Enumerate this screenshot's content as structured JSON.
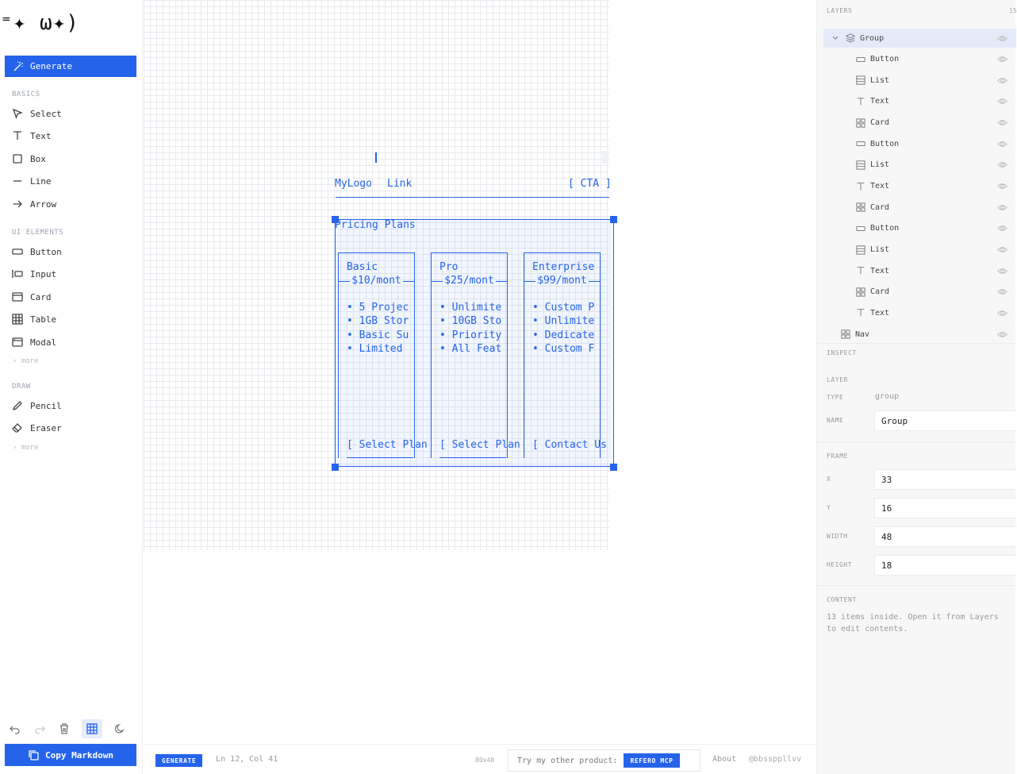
{
  "app": {
    "logo_text": "⁼✦ ω✦)",
    "generate_label": "Generate",
    "copy_markdown_label": "Copy Markdown"
  },
  "toolbar": {
    "basics_label": "BASICS",
    "basics": [
      {
        "label": "Select",
        "icon": "cursor-icon"
      },
      {
        "label": "Text",
        "icon": "text-icon"
      },
      {
        "label": "Box",
        "icon": "box-icon"
      },
      {
        "label": "Line",
        "icon": "line-icon"
      },
      {
        "label": "Arrow",
        "icon": "arrow-icon"
      }
    ],
    "ui_elements_label": "UI ELEMENTS",
    "ui_elements": [
      {
        "label": "Button",
        "icon": "button-icon"
      },
      {
        "label": "Input",
        "icon": "input-icon"
      },
      {
        "label": "Card",
        "icon": "card-icon"
      },
      {
        "label": "Table",
        "icon": "table-icon"
      },
      {
        "label": "Modal",
        "icon": "modal-icon"
      }
    ],
    "more_label": "› more",
    "draw_label": "DRAW",
    "draw": [
      {
        "label": "Pencil",
        "icon": "pencil-icon"
      },
      {
        "label": "Eraser",
        "icon": "eraser-icon"
      }
    ]
  },
  "canvas": {
    "nav": {
      "logo": "MyLogo",
      "link": "Link",
      "cta": "[ CTA ]"
    },
    "section_title": "Pricing Plans",
    "cards": [
      {
        "title": "Basic",
        "price": "$10/mont",
        "features": [
          "• 5 Projec",
          "• 1GB Stor",
          "• Basic Su",
          "• Limited"
        ],
        "cta": "[ Select Plan"
      },
      {
        "title": "Pro",
        "price": "$25/mont",
        "features": [
          "• Unlimite",
          "• 10GB Sto",
          "• Priority",
          "• All Feat"
        ],
        "cta": "[ Select Plan"
      },
      {
        "title": "Enterprise",
        "price": "$99/mont",
        "features": [
          "• Custom P",
          "• Unlimite",
          "• Dedicate",
          "• Custom F"
        ],
        "cta": "[ Contact Us"
      }
    ]
  },
  "statusbar": {
    "generate_badge": "GENERATE",
    "cursor_position": "Ln 12, Col 41",
    "canvas_size": "80x40",
    "promo_text": "Try my other product:",
    "promo_button": "REFERO MCP",
    "about": "About",
    "handle": "@bbssppllvv"
  },
  "layers_panel": {
    "title": "LAYERS",
    "count": "15",
    "items": [
      {
        "label": "Group",
        "icon": "layers-icon",
        "selected": true,
        "indent": 0
      },
      {
        "label": "Button",
        "icon": "button-icon",
        "indent": 1
      },
      {
        "label": "List",
        "icon": "list-icon",
        "indent": 1
      },
      {
        "label": "Text",
        "icon": "text-icon",
        "indent": 1
      },
      {
        "label": "Card",
        "icon": "card-grid-icon",
        "indent": 1
      },
      {
        "label": "Button",
        "icon": "button-icon",
        "indent": 1
      },
      {
        "label": "List",
        "icon": "list-icon",
        "indent": 1
      },
      {
        "label": "Text",
        "icon": "text-icon",
        "indent": 1
      },
      {
        "label": "Card",
        "icon": "card-grid-icon",
        "indent": 1
      },
      {
        "label": "Button",
        "icon": "button-icon",
        "indent": 1
      },
      {
        "label": "List",
        "icon": "list-icon",
        "indent": 1
      },
      {
        "label": "Text",
        "icon": "text-icon",
        "indent": 1
      },
      {
        "label": "Card",
        "icon": "card-grid-icon",
        "indent": 1
      },
      {
        "label": "Text",
        "icon": "text-icon",
        "indent": 1
      },
      {
        "label": "Nav",
        "icon": "card-grid-icon",
        "indent": 0
      }
    ]
  },
  "inspect": {
    "title": "INSPECT",
    "layer_label": "LAYER",
    "type_key": "TYPE",
    "type_value": "group",
    "name_key": "NAME",
    "name_value": "Group",
    "frame_label": "FRAME",
    "x_key": "X",
    "x_value": "33",
    "y_key": "Y",
    "y_value": "16",
    "width_key": "WIDTH",
    "width_value": "48",
    "height_key": "HEIGHT",
    "height_value": "18",
    "content_label": "CONTENT",
    "content_text": "13 items inside. Open it from Layers to edit contents."
  },
  "colors": {
    "accent": "#2563eb",
    "selected_layer": "#e4eaf8",
    "panel_bg": "#f7f7f8"
  }
}
